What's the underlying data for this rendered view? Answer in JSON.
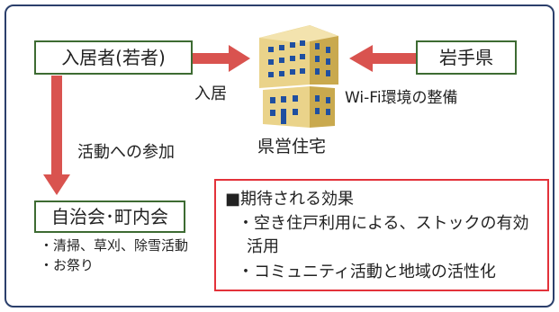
{
  "residents_box": "入居者(若者)",
  "prefecture_box": "岩手県",
  "association_box": "自治会･町内会",
  "label_move_in": "入居",
  "label_wifi": "Wi-Fi環境の整備",
  "label_participation": "活動への参加",
  "building_label": "県営住宅",
  "activities": [
    "・清掃、草刈、除雪活動",
    "・お祭り"
  ],
  "effects": {
    "title": "■期待される効果",
    "items": [
      "・空き住戸利用による、ストックの有効",
      "活用",
      "・コミュニティ活動と地域の活性化"
    ]
  },
  "colors": {
    "frame": "#2b3f6b",
    "box_border": "#3d6b32",
    "arrow": "#d9534f",
    "effects_border": "#e3323a",
    "building_body": "#e6c977",
    "window": "#1f4fa0"
  }
}
